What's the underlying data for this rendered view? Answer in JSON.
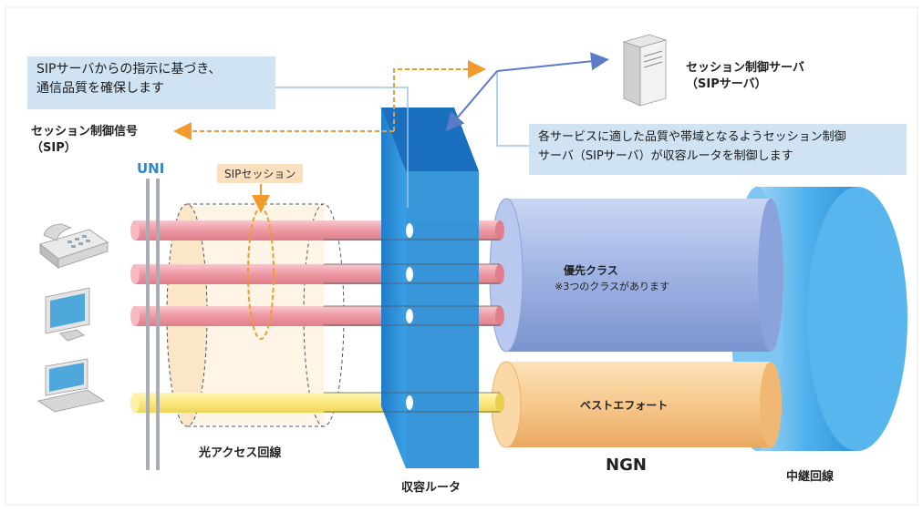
{
  "callouts": {
    "left": [
      "SIPサーバからの指示に基づき、",
      "通信品質を確保します"
    ],
    "right": [
      "各サービスに適した品質や帯域となるようセッション制御",
      "サーバ（SIPサーバ）が収容ルータを制御します"
    ]
  },
  "labels": {
    "server": [
      "セッション制御サーバ",
      "（SIPサーバ）"
    ],
    "signal": [
      "セッション制御信号",
      "（SIP）"
    ],
    "uni": "UNI",
    "sip_session": "SIPセッション",
    "priority_class": "優先クラス",
    "priority_note": "※3つのクラスがあります",
    "best_effort": "ベストエフォート",
    "access_line": "光アクセス回線",
    "router": "収容ルータ",
    "ngn": "NGN",
    "trunk": "中継回線"
  },
  "devices": {
    "phone": "phone-icon",
    "monitor": "monitor-icon",
    "laptop": "laptop-icon",
    "server": "server-icon"
  },
  "colors": {
    "priority_pipe": "#f2a8b2",
    "best_effort_pipe": "#fbeb8a",
    "priority_cylinder": "#9fb6e6",
    "best_effort_cylinder": "#f7c98e",
    "trunk_cylinder": "#5ab3ea",
    "router": "#2f8fd6",
    "signal_arrow": "#f39a2c",
    "control_arrow": "#5a7bc8"
  }
}
